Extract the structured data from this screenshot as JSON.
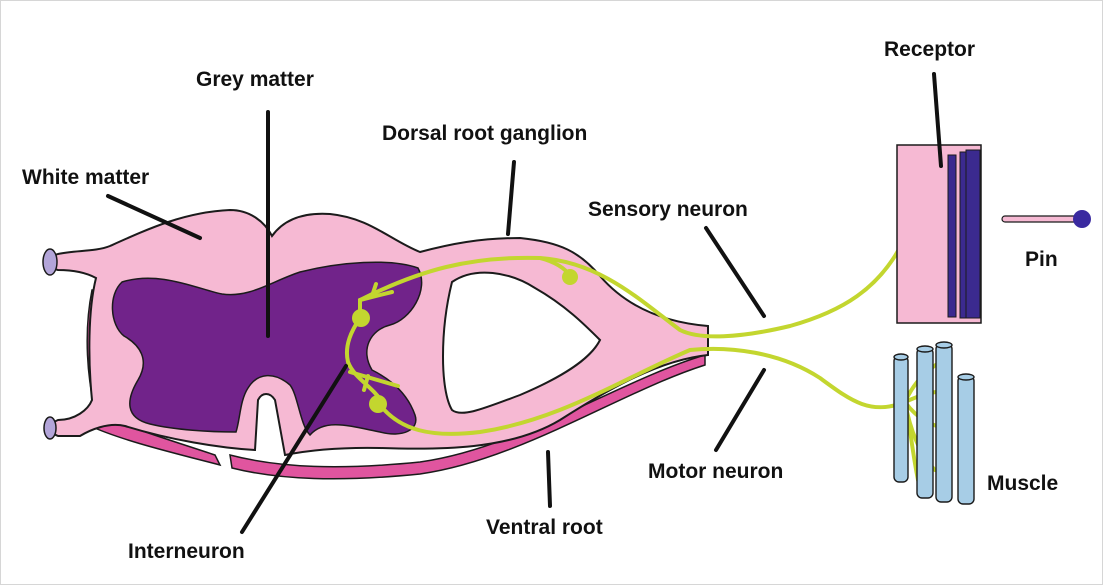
{
  "labels": {
    "white_matter": "White matter",
    "grey_matter": "Grey matter",
    "dorsal_root_ganglion": "Dorsal root ganglion",
    "sensory_neuron": "Sensory neuron",
    "receptor": "Receptor",
    "pin": "Pin",
    "interneuron": "Interneuron",
    "ventral_root": "Ventral root",
    "motor_neuron": "Motor neuron",
    "muscle": "Muscle"
  },
  "colors": {
    "white_matter": "#f6b9d3",
    "root_shadow": "#e0559f",
    "grey_matter": "#71238a",
    "neuron": "#c3d62f",
    "receptor_bars": "#3b2a8f",
    "pin_head": "#3a2aa0",
    "muscle": "#a7cde6",
    "outline": "#1b1b1b"
  }
}
